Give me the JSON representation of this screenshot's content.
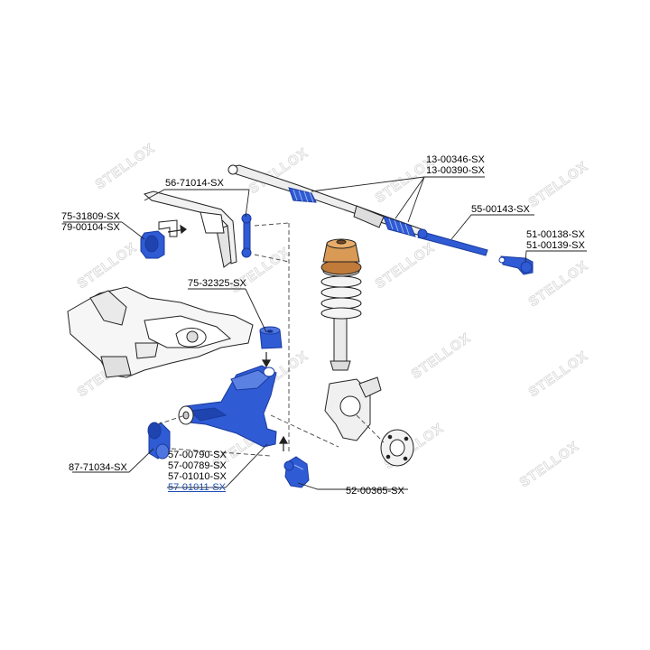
{
  "watermark": {
    "text": "STELLOX"
  },
  "colors": {
    "highlight": "#2f5bd4",
    "highlight_dark": "#1a3a9e",
    "line": "#222222",
    "link": "#1f4fb4"
  },
  "labels": {
    "steering_boot": [
      "13-00346-SX",
      "13-00390-SX"
    ],
    "stabilizer_link": "56-71014-SX",
    "tie_rod": "55-00143-SX",
    "stabilizer_bushing": [
      "75-31809-SX",
      "79-00104-SX"
    ],
    "tie_rod_end": [
      "51-00138-SX",
      "51-00139-SX"
    ],
    "control_arm_bushing_top": "75-32325-SX",
    "subframe_bushing": "87-71034-SX",
    "control_arm": [
      "57-00790-SX",
      "57-00789-SX",
      "57-01010-SX",
      "57-01011-SX"
    ],
    "ball_joint": "52-00365-SX"
  }
}
